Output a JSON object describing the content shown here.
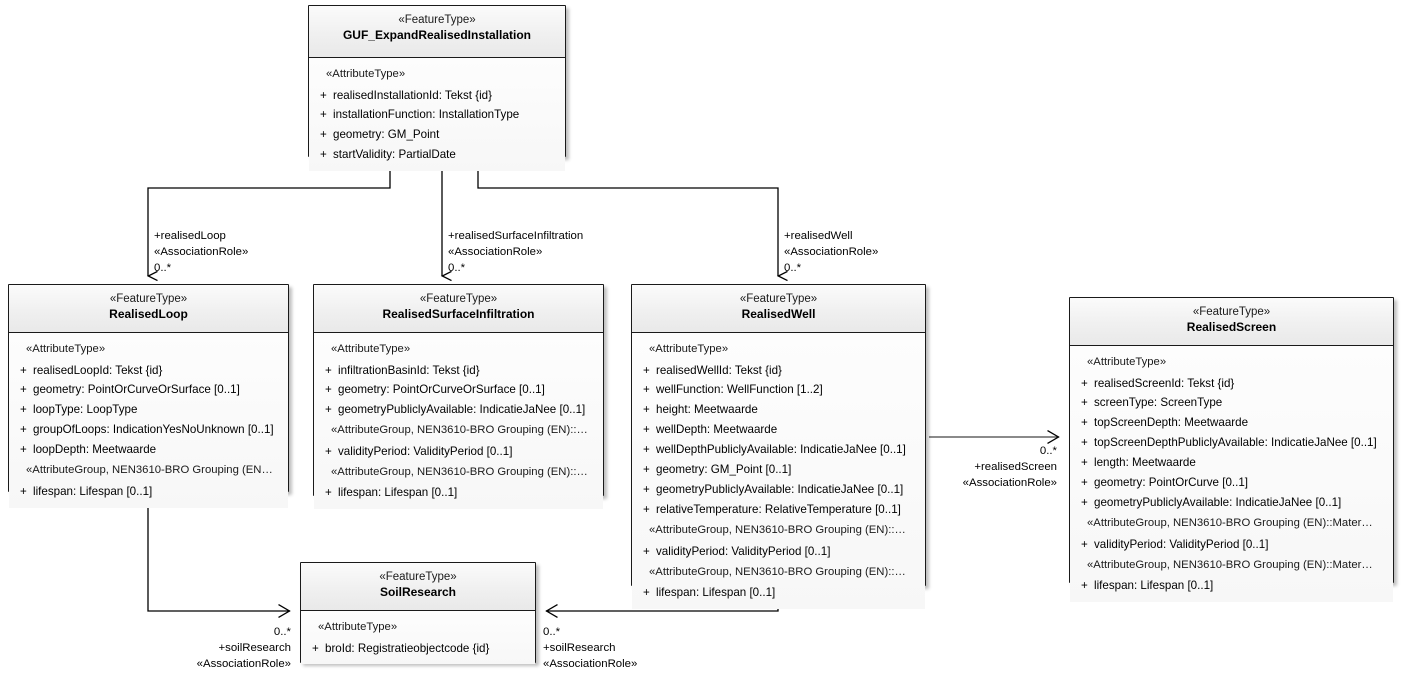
{
  "diagram": {
    "type": "uml-class-diagram",
    "title": "GUF_ExpandRealisedInstallation UML class diagram",
    "stereotype_feature": "«FeatureType»",
    "stereotype_attribute": "«AttributeType»",
    "visibility_public": "+"
  },
  "classes": [
    {
      "id": "guf",
      "stereotype": "«FeatureType»",
      "name": "GUF_ExpandRealisedInstallation",
      "compartments": [
        {
          "group": "«AttributeType»",
          "attributes": [
            {
              "vis": "+",
              "text": "realisedInstallationId: Tekst {id}"
            },
            {
              "vis": "+",
              "text": "installationFunction: InstallationType"
            },
            {
              "vis": "+",
              "text": "geometry: GM_Point"
            },
            {
              "vis": "+",
              "text": "startValidity: PartialDate"
            }
          ]
        }
      ]
    },
    {
      "id": "realisedloop",
      "stereotype": "«FeatureType»",
      "name": "RealisedLoop",
      "compartments": [
        {
          "group": "«AttributeType»",
          "attributes": [
            {
              "vis": "+",
              "text": "realisedLoopId: Tekst {id}"
            },
            {
              "vis": "+",
              "text": "geometry: PointOrCurveOrSurface [0..1]"
            },
            {
              "vis": "+",
              "text": "loopType: LoopType"
            },
            {
              "vis": "+",
              "text": "groupOfLoops: IndicationYesNoUnknown [0..1]"
            },
            {
              "vis": "+",
              "text": "loopDepth: Meetwaarde"
            }
          ]
        },
        {
          "group": "«AttributeGroup, NEN3610-BRO Grouping (EN…",
          "attributes": [
            {
              "vis": "+",
              "text": "lifespan: Lifespan [0..1]"
            }
          ]
        }
      ]
    },
    {
      "id": "realisedsurfaceinfiltration",
      "stereotype": "«FeatureType»",
      "name": "RealisedSurfaceInfiltration",
      "compartments": [
        {
          "group": "«AttributeType»",
          "attributes": [
            {
              "vis": "+",
              "text": "infiltrationBasinId: Tekst {id}"
            },
            {
              "vis": "+",
              "text": "geometry: PointOrCurveOrSurface [0..1]"
            },
            {
              "vis": "+",
              "text": "geometryPubliclyAvailable: IndicatieJaNee [0..1]"
            }
          ]
        },
        {
          "group": "«AttributeGroup, NEN3610-BRO Grouping (EN)::…",
          "attributes": [
            {
              "vis": "+",
              "text": "validityPeriod: ValidityPeriod [0..1]"
            }
          ]
        },
        {
          "group": "«AttributeGroup, NEN3610-BRO Grouping (EN)::…",
          "attributes": [
            {
              "vis": "+",
              "text": "lifespan: Lifespan [0..1]"
            }
          ]
        }
      ]
    },
    {
      "id": "realisedwell",
      "stereotype": "«FeatureType»",
      "name": "RealisedWell",
      "compartments": [
        {
          "group": "«AttributeType»",
          "attributes": [
            {
              "vis": "+",
              "text": "realisedWellId: Tekst {id}"
            },
            {
              "vis": "+",
              "text": "wellFunction: WellFunction [1..2]"
            },
            {
              "vis": "+",
              "text": "height: Meetwaarde"
            },
            {
              "vis": "+",
              "text": "wellDepth: Meetwaarde"
            },
            {
              "vis": "+",
              "text": "wellDepthPubliclyAvailable: IndicatieJaNee [0..1]"
            },
            {
              "vis": "+",
              "text": "geometry: GM_Point [0..1]"
            },
            {
              "vis": "+",
              "text": "geometryPubliclyAvailable: IndicatieJaNee [0..1]"
            },
            {
              "vis": "+",
              "text": "relativeTemperature: RelativeTemperature [0..1]"
            }
          ]
        },
        {
          "group": "«AttributeGroup, NEN3610-BRO Grouping (EN)::…",
          "attributes": [
            {
              "vis": "+",
              "text": "validityPeriod: ValidityPeriod [0..1]"
            }
          ]
        },
        {
          "group": "«AttributeGroup, NEN3610-BRO Grouping (EN)::…",
          "attributes": [
            {
              "vis": "+",
              "text": "lifespan: Lifespan [0..1]"
            }
          ]
        }
      ]
    },
    {
      "id": "realisedscreen",
      "stereotype": "«FeatureType»",
      "name": "RealisedScreen",
      "compartments": [
        {
          "group": "«AttributeType»",
          "attributes": [
            {
              "vis": "+",
              "text": "realisedScreenId: Tekst {id}"
            },
            {
              "vis": "+",
              "text": "screenType: ScreenType"
            },
            {
              "vis": "+",
              "text": "topScreenDepth: Meetwaarde"
            },
            {
              "vis": "+",
              "text": "topScreenDepthPubliclyAvailable: IndicatieJaNee [0..1]"
            },
            {
              "vis": "+",
              "text": "length: Meetwaarde"
            },
            {
              "vis": "+",
              "text": "geometry: PointOrCurve [0..1]"
            },
            {
              "vis": "+",
              "text": "geometryPubliclyAvailable: IndicatieJaNee [0..1]"
            }
          ]
        },
        {
          "group": "«AttributeGroup, NEN3610-BRO Grouping (EN)::Mater…",
          "attributes": [
            {
              "vis": "+",
              "text": "validityPeriod: ValidityPeriod [0..1]"
            }
          ]
        },
        {
          "group": "«AttributeGroup, NEN3610-BRO Grouping (EN)::Mater…",
          "attributes": [
            {
              "vis": "+",
              "text": "lifespan: Lifespan [0..1]"
            }
          ]
        }
      ]
    },
    {
      "id": "soilresearch",
      "stereotype": "«FeatureType»",
      "name": "SoilResearch",
      "compartments": [
        {
          "group": "«AttributeType»",
          "attributes": [
            {
              "vis": "+",
              "text": "broId: Registratieobjectcode {id}"
            }
          ]
        }
      ]
    }
  ],
  "associations": [
    {
      "id": "assoc-realisedloop",
      "role": "+realisedLoop",
      "stereotype": "«AssociationRole»",
      "multiplicity": "0..*",
      "source": "GUF_ExpandRealisedInstallation",
      "target": "RealisedLoop"
    },
    {
      "id": "assoc-realisedsurfaceinfiltration",
      "role": "+realisedSurfaceInfiltration",
      "stereotype": "«AssociationRole»",
      "multiplicity": "0..*",
      "source": "GUF_ExpandRealisedInstallation",
      "target": "RealisedSurfaceInfiltration"
    },
    {
      "id": "assoc-realisedwell",
      "role": "+realisedWell",
      "stereotype": "«AssociationRole»",
      "multiplicity": "0..*",
      "source": "GUF_ExpandRealisedInstallation",
      "target": "RealisedWell"
    },
    {
      "id": "assoc-realisedscreen",
      "role": "+realisedScreen",
      "stereotype": "«AssociationRole»",
      "multiplicity": "0..*",
      "source": "RealisedWell",
      "target": "RealisedScreen"
    },
    {
      "id": "assoc-soilresearch-loop",
      "role": "+soilResearch",
      "stereotype": "«AssociationRole»",
      "multiplicity": "0..*",
      "source": "RealisedLoop",
      "target": "SoilResearch"
    },
    {
      "id": "assoc-soilresearch-well",
      "role": "+soilResearch",
      "stereotype": "«AssociationRole»",
      "multiplicity": "0..*",
      "source": "RealisedWell",
      "target": "SoilResearch"
    }
  ],
  "colors": {
    "border": "#1a1a1a",
    "header_fill": "#f0f0f0",
    "body_fill": "#fbfbfb",
    "line": "#000000",
    "page_background": "#ffffff"
  }
}
